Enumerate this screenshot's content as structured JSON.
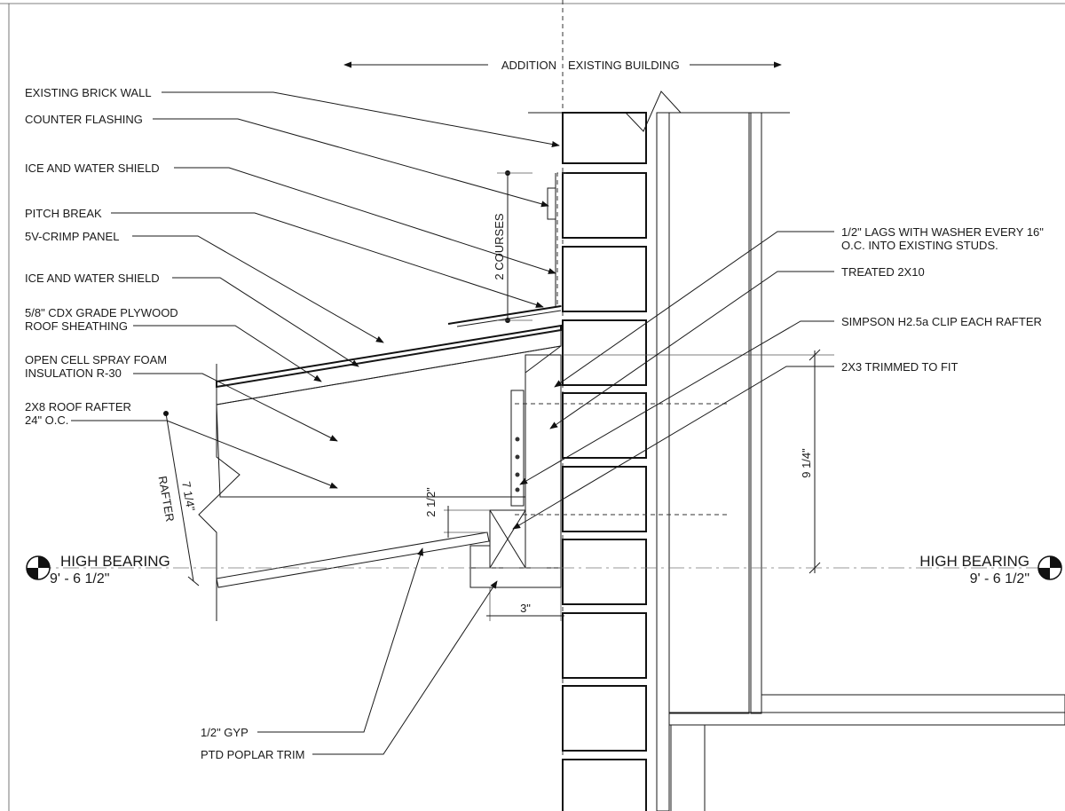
{
  "header": {
    "addition": "ADDITION",
    "existing_building": "EXISTING BUILDING"
  },
  "callouts_left": [
    {
      "id": "brick",
      "text": "EXISTING BRICK WALL"
    },
    {
      "id": "counter",
      "text": "COUNTER FLASHING"
    },
    {
      "id": "iws1",
      "text": "ICE AND WATER SHIELD"
    },
    {
      "id": "pitch",
      "text": "PITCH BREAK"
    },
    {
      "id": "panel",
      "text": "5V-CRIMP PANEL"
    },
    {
      "id": "iws2",
      "text": "ICE AND WATER SHIELD"
    },
    {
      "id": "ply1",
      "text": "5/8\" CDX GRADE PLYWOOD"
    },
    {
      "id": "ply2",
      "text": "ROOF SHEATHING"
    },
    {
      "id": "foam1",
      "text": "OPEN CELL SPRAY FOAM"
    },
    {
      "id": "foam2",
      "text": "INSULATION R-30"
    },
    {
      "id": "raft1",
      "text": "2X8 ROOF RAFTER"
    },
    {
      "id": "raft2",
      "text": "24\" O.C."
    }
  ],
  "callouts_right": [
    {
      "id": "lags1",
      "text": "1/2\" LAGS WITH WASHER EVERY 16\""
    },
    {
      "id": "lags2",
      "text": "O.C. INTO EXISTING STUDS."
    },
    {
      "id": "treated",
      "text": "TREATED 2X10"
    },
    {
      "id": "simpson",
      "text": "SIMPSON H2.5a CLIP EACH RAFTER"
    },
    {
      "id": "trim2x3",
      "text": "2X3 TRIMMED TO FIT"
    }
  ],
  "callouts_bottom": [
    {
      "id": "gyp",
      "text": "1/2\" GYP"
    },
    {
      "id": "poplar",
      "text": "PTD POPLAR TRIM"
    }
  ],
  "dimensions": {
    "courses": "2 COURSES",
    "rafter_depth": "7 1/4\"",
    "rafter": "RAFTER",
    "two_half": "2 1/2\"",
    "nine_quarter": "9 1/4\"",
    "three": "3\""
  },
  "levels": {
    "left_name": "HIGH BEARING",
    "left_elev": "9' - 6 1/2\"",
    "right_name": "HIGH BEARING",
    "right_elev": "9' - 6 1/2\""
  }
}
